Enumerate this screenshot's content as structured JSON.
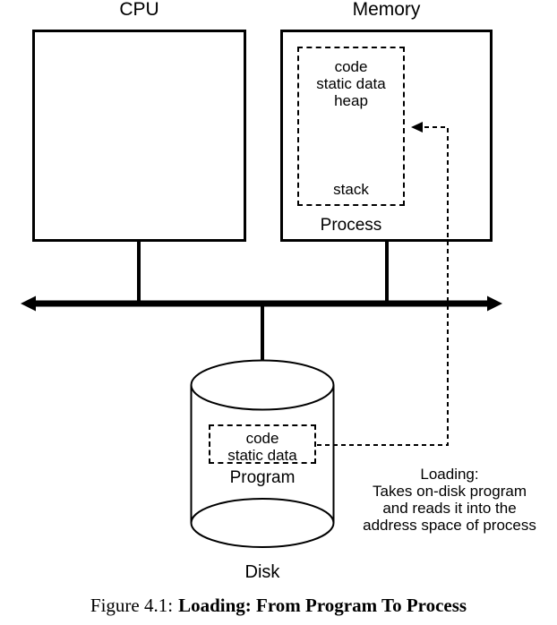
{
  "colors": {
    "ink": "#000000",
    "background": "#ffffff"
  },
  "cpu": {
    "title": "CPU"
  },
  "memory": {
    "title": "Memory",
    "process": {
      "items": [
        "code",
        "static data",
        "heap"
      ],
      "bottom_item": "stack",
      "label": "Process"
    }
  },
  "disk": {
    "label": "Disk",
    "program": {
      "items": [
        "code",
        "static data"
      ],
      "label": "Program"
    }
  },
  "loading_note": {
    "lines": [
      "Loading:",
      "Takes on-disk program",
      "and reads it into the",
      "address space of process"
    ]
  },
  "caption": {
    "prefix": "Figure 4.1:",
    "title": "Loading: From Program To Process"
  },
  "icons": {
    "bus_arrows": "double-headed-bus-arrow",
    "loading_arrow": "dashed-left-arrow"
  }
}
